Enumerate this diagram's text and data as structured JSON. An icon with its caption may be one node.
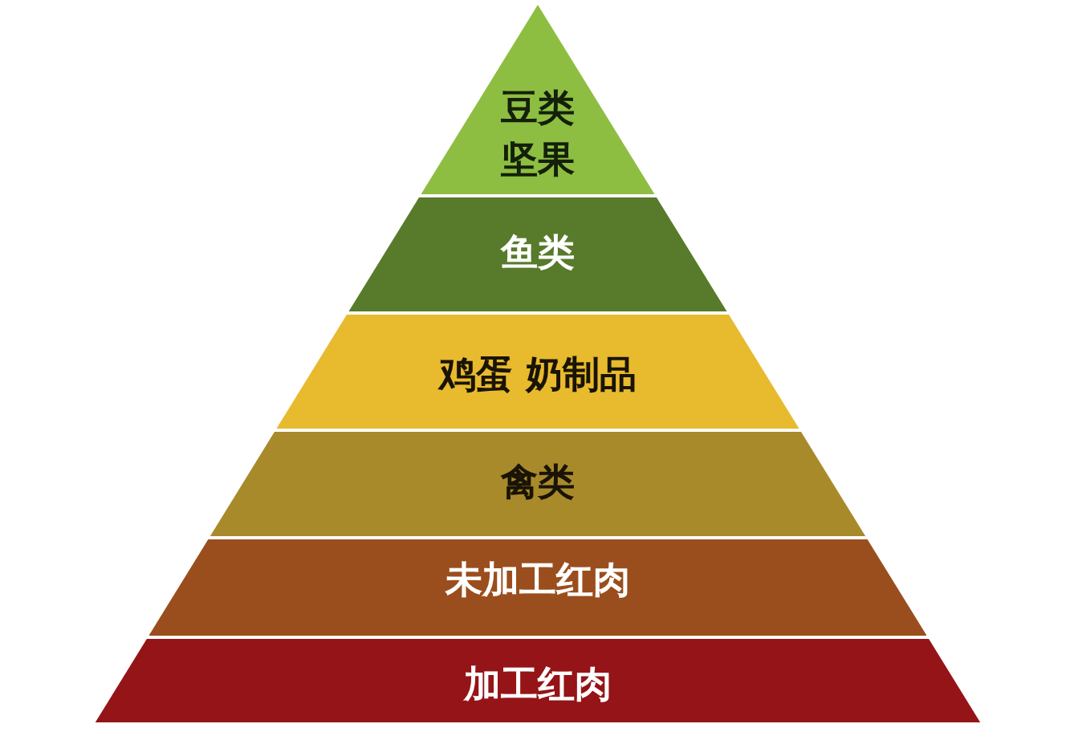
{
  "diagram": {
    "nodes": [
      {
        "text": [
          "豆类坚果"
        ]
      },
      {
        "text": [
          "鱼类"
        ]
      },
      {
        "text": [
          "鸡蛋 奶制品"
        ]
      },
      {
        "text": [
          "禽类"
        ]
      },
      {
        "text": [
          "未加工红肉"
        ]
      },
      {
        "text": [
          "加工红肉"
        ]
      }
    ]
  }
}
